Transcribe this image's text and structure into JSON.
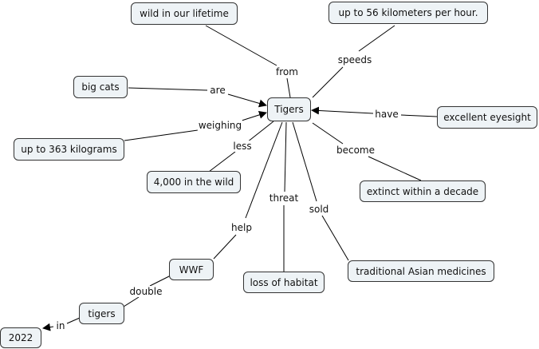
{
  "colors": {
    "node_fill": "#eef3f6",
    "node_border": "#333333",
    "line": "#000000"
  },
  "nodes": {
    "tigers": "Tigers",
    "wild": "wild in our lifetime",
    "speed": "up to 56 kilometers per hour.",
    "big_cats": "big cats",
    "eyesight": "excellent eyesight",
    "weight": "up to 363 kilograms",
    "wild_count": "4,000 in the wild",
    "extinct": "extinct within a decade",
    "wwf": "WWF",
    "habitat": "loss of habitat",
    "medicines": "traditional Asian medicines",
    "tigers_small": "tigers",
    "year": "2022"
  },
  "links": {
    "from": "from",
    "speeds": "speeds",
    "are": "are",
    "have": "have",
    "weighing": "weighing",
    "less": "less",
    "become": "become",
    "threat": "threat",
    "sold": "sold",
    "help": "help",
    "double": "double",
    "in": "in"
  }
}
